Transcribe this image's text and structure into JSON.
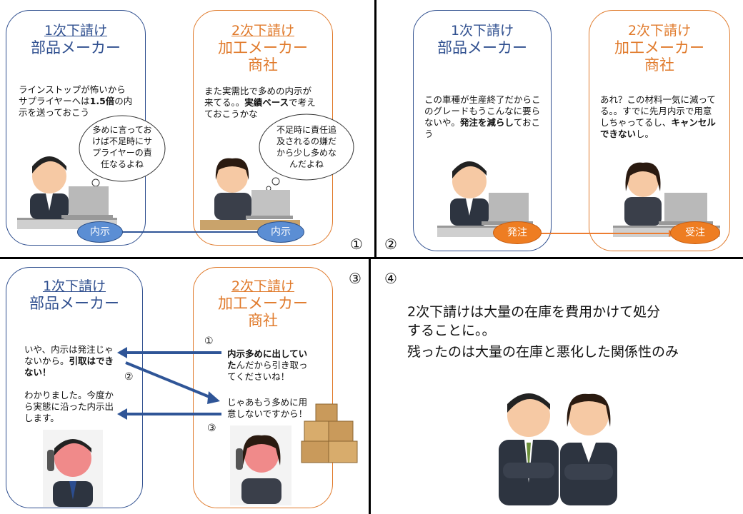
{
  "panel1": {
    "number": "①",
    "supplier": {
      "tier": "1次下請け",
      "type": "部品メーカー"
    },
    "processor": {
      "tier": "2次下請け",
      "type1": "加工メーカー",
      "type2": "商社"
    },
    "supplier_text_a": "ラインストップが怖いからサプライヤーへは",
    "supplier_text_b": "1.5倍",
    "supplier_text_c": "の内示を送っておこう",
    "supplier_bubble": "多めに言っておけば不足時にサプライヤーの責任なるよね",
    "processor_text_a": "また実需比で多めの内示が来てる。。",
    "processor_text_b": "実績ベース",
    "processor_text_c": "で考えておこうかな",
    "processor_bubble": "不足時に責任追及されるの嫌だから少し多めなんだよね",
    "pill_left": "内示",
    "pill_right": "内示"
  },
  "panel2": {
    "number": "②",
    "supplier": {
      "tier": "1次下請け",
      "type": "部品メーカー"
    },
    "processor": {
      "tier": "2次下請け",
      "type1": "加工メーカー",
      "type2": "商社"
    },
    "supplier_text_a": "この車種が生産終了だからこのグレードもうこんなに要らないや。",
    "supplier_text_b": "発注を減らし",
    "supplier_text_c": "ておこう",
    "processor_text_a": "あれ？この材料一気に減ってる。。すでに先月内示で用意しちゃってるし、",
    "processor_text_b": "キャンセルできない",
    "processor_text_c": "し。",
    "pill_left": "発注",
    "pill_right": "受注"
  },
  "panel3": {
    "number": "③",
    "supplier": {
      "tier": "1次下請け",
      "type": "部品メーカー"
    },
    "processor": {
      "tier": "2次下請け",
      "type1": "加工メーカー",
      "type2": "商社"
    },
    "step1": "①",
    "step2": "②",
    "step3": "③",
    "supplier_text1_a": "いや、内示は発注じゃないから。",
    "supplier_text1_b": "引取はできない！",
    "supplier_text2": "わかりました。今度から実態に沿った内示出します。",
    "processor_text1_b": "内示多めに出していた",
    "processor_text1_c": "んだから引き取ってくださいね！",
    "processor_text2": "じゃあもう多めに用意しないですから！"
  },
  "panel4": {
    "number": "④",
    "line1": "2次下請けは大量の在庫を費用かけて処分",
    "line2": "することに。。",
    "line3": "残ったのは大量の在庫と悪化した関係性のみ"
  },
  "colors": {
    "blue": "#2f4f8f",
    "orange": "#e07a2b",
    "arrow_blue": "#2f5597",
    "arrow_orange": "#ed7d31"
  }
}
